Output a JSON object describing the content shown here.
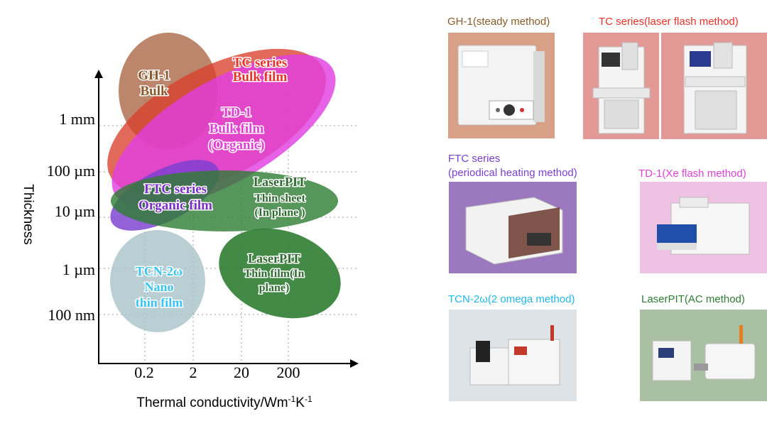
{
  "axes": {
    "y_label": "Thickness",
    "x_label_main": "Thermal conductivity/Wm",
    "x_label_sup1": "-1",
    "x_label_mid": "K",
    "x_label_sup2": "-1",
    "y_ticks": [
      "1 mm",
      "100 µm",
      "10 µm",
      "1 µm",
      "100 nm"
    ],
    "x_ticks": [
      "0.2",
      "2",
      "20",
      "200"
    ]
  },
  "regions": [
    {
      "id": "gh1",
      "lines": [
        "GH-1",
        "Bulk"
      ],
      "color": "#8b5a2b",
      "fill": "#a0522d"
    },
    {
      "id": "tc",
      "lines": [
        "TC series",
        "Bulk film"
      ],
      "color": "#e8312a",
      "fill": "#d9402b"
    },
    {
      "id": "td1",
      "lines": [
        "TD-1",
        "Bulk film",
        "(Organic)"
      ],
      "color": "#e040d8",
      "fill": "#e040e0"
    },
    {
      "id": "ftc",
      "lines": [
        "FTC series",
        "Organic film"
      ],
      "color": "#7b2fc9",
      "fill": "#7b3fd0"
    },
    {
      "id": "laserpit_sheet",
      "lines": [
        "LaserPIT",
        "Thin  sheet",
        "(In plane )"
      ],
      "color": "#2e6b2e",
      "fill": "#2e7d32"
    },
    {
      "id": "laserpit_film",
      "lines": [
        "LaserPIT",
        "Thin film(In",
        "plane)"
      ],
      "color": "#2e6b2e",
      "fill": "#2e7d32"
    },
    {
      "id": "tcn",
      "lines": [
        "TCN-2ω",
        "Nano",
        "thin film"
      ],
      "color": "#38c4f0",
      "fill": "#a9c3c9"
    }
  ],
  "instruments": [
    {
      "id": "gh1",
      "label": "GH-1(steady method)",
      "color": "#8b5a2b"
    },
    {
      "id": "tc",
      "label": "TC series(laser flash method)",
      "color": "#e8312a"
    },
    {
      "id": "ftc",
      "label_line1": "FTC series",
      "label_line2": "(periodical heating method)",
      "color": "#7b3fd0"
    },
    {
      "id": "td1",
      "label": "TD-1(Xe flash method)",
      "color": "#e040d8"
    },
    {
      "id": "tcn",
      "label": "TCN-2ω(2 omega method)",
      "color": "#1fb8e8"
    },
    {
      "id": "laserpit",
      "label": "LaserPIT(AC method)",
      "color": "#2e7d32"
    }
  ],
  "colors": {
    "gh1_bg": "#d9a088",
    "tc_bg": "#e39a97",
    "ftc_bg": "#9c78bf",
    "td1_bg": "#efc2e3",
    "tcn_bg": "#dde3e6",
    "laserpit_bg": "#a9c0a3"
  }
}
